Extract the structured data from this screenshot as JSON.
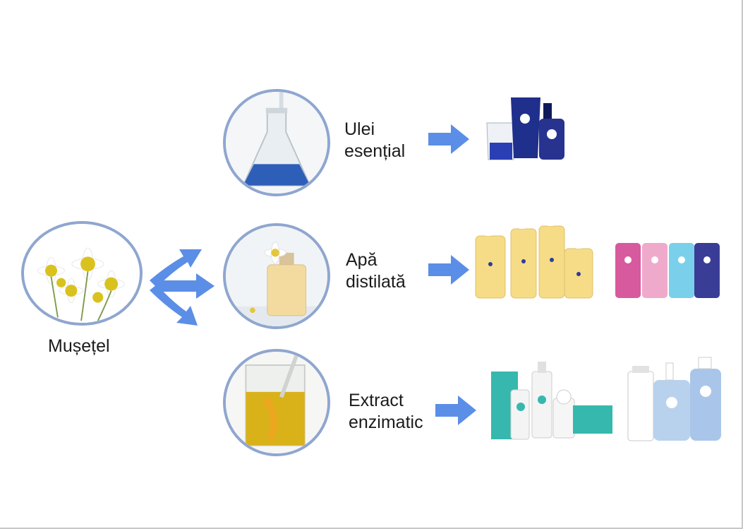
{
  "source": {
    "label": "Mușețel"
  },
  "processes": [
    {
      "line1": "Ulei",
      "line2": "esențial"
    },
    {
      "line1": "Apă",
      "line2": "distilată"
    },
    {
      "line1": "Extract",
      "line2": "enzimatic"
    }
  ],
  "colors": {
    "circle_border": "#8fa6cf",
    "arrow": "#5b8ee6"
  },
  "icons": {
    "source": "chamomile-flowers-image",
    "process_1": "flask-blue-liquid-image",
    "process_2": "bottle-with-flower-image",
    "process_3": "beaker-yellow-liquid-image"
  }
}
